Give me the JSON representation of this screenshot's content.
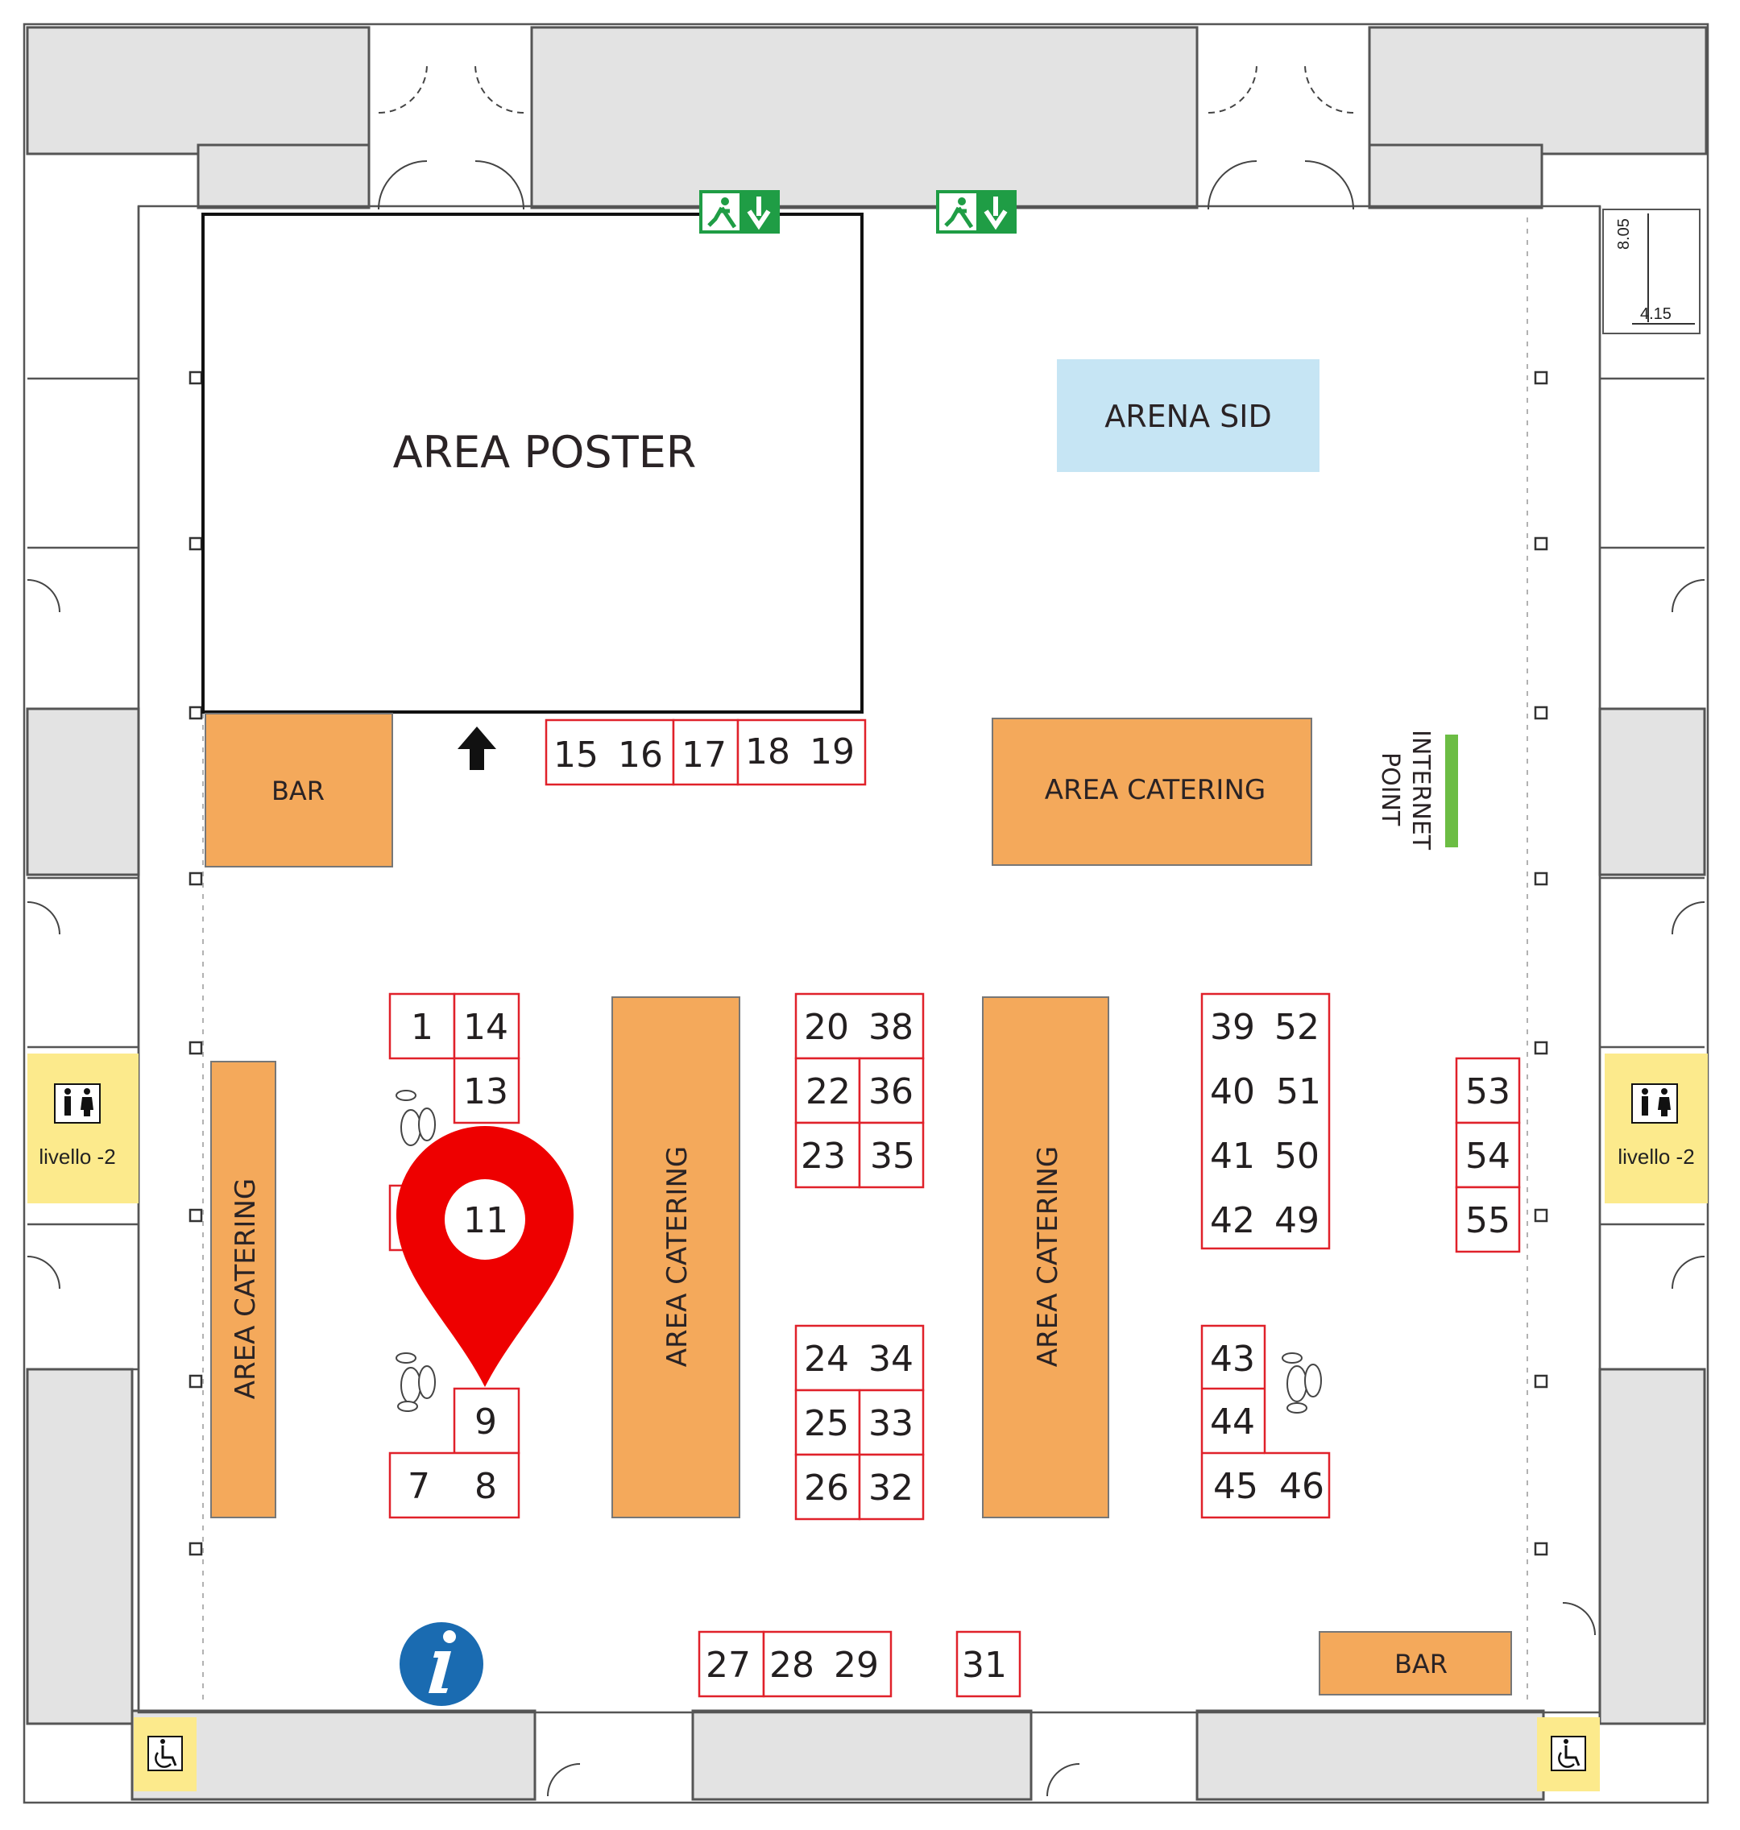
{
  "map": {
    "areas": {
      "poster": "AREA POSTER",
      "arena": "ARENA SID",
      "catering_top": "AREA CATERING",
      "catering_left": "AREA CATERING",
      "catering_mid1": "AREA CATERING",
      "catering_mid2": "AREA CATERING",
      "bar_top": "BAR",
      "bar_bottom": "BAR",
      "internet_line1": "INTERNET",
      "internet_line2": "POINT"
    },
    "services": {
      "restroom_left": "livello -2",
      "restroom_right": "livello -2"
    },
    "dimensions": {
      "height": "8.05",
      "width": "4.15"
    },
    "booths": {
      "b1": "1",
      "b7": "7",
      "b8": "8",
      "b9": "9",
      "b11": "11",
      "b13": "13",
      "b14": "14",
      "b15": "15",
      "b16": "16",
      "b17": "17",
      "b18": "18",
      "b19": "19",
      "b20": "20",
      "b22": "22",
      "b23": "23",
      "b24": "24",
      "b25": "25",
      "b26": "26",
      "b27": "27",
      "b28": "28",
      "b29": "29",
      "b31": "31",
      "b32": "32",
      "b33": "33",
      "b34": "34",
      "b35": "35",
      "b36": "36",
      "b38": "38",
      "b39": "39",
      "b40": "40",
      "b41": "41",
      "b42": "42",
      "b43": "43",
      "b44": "44",
      "b45": "45",
      "b46": "46",
      "b49": "49",
      "b50": "50",
      "b51": "51",
      "b52": "52",
      "b53": "53",
      "b54": "54",
      "b55": "55"
    },
    "colors": {
      "catering": "#f4a95b",
      "arena": "#c6e5f4",
      "restroom": "#fcea8c",
      "booth_border": "#e0212a",
      "marker": "#ee0000",
      "info": "#1a6bb1",
      "exit": "#1f9d45",
      "internet_bar": "#6cbd44",
      "wall": "#e3e3e3"
    },
    "icons": [
      "location-pin-icon",
      "info-icon",
      "emergency-exit-icon",
      "restroom-icon",
      "wheelchair-icon",
      "arrow-up-icon",
      "footprints-icon"
    ]
  }
}
